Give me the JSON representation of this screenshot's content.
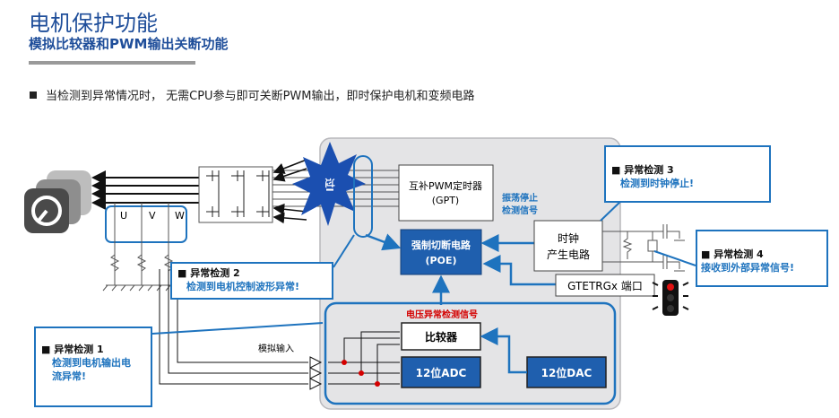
{
  "header": {
    "title": "电机保护功能",
    "subtitle": "模拟比较器和PWM输出关断功能"
  },
  "bullet": "当检测到异常情况时， 无需CPU参与即可关断PWM输出，即时保护电机和变频电路",
  "diagram": {
    "burst_label": "过Ⅰ",
    "gpt_line1": "互补PWM定时器",
    "gpt_line2": "(GPT)",
    "poe_line1": "强制切断电路",
    "poe_line2": "(POE)",
    "osc_line1": "振荡停止",
    "osc_line2": "检测信号",
    "clock_line1": "时钟",
    "clock_line2": "产生电路",
    "gtetrg": "GTETRGx 端口",
    "voltage_signal": "电压异常检测信号",
    "comparator": "比较器",
    "adc": "12位ADC",
    "dac": "12位DAC",
    "analog_input": "模拟输入",
    "u": "U",
    "v": "V",
    "w": "W"
  },
  "callouts": {
    "c1_title": "■ 异常检测 1",
    "c1_body1": "检测到电机输出电",
    "c1_body2": "流异常!",
    "c2_title": "■ 异常检测 2",
    "c2_body": "检测到电机控制波形异常!",
    "c3_title": "■ 异常检测 3",
    "c3_body": "检测到时钟停止!",
    "c4_title": "■ 异常检测 4",
    "c4_body": "接收到外部异常信号!"
  },
  "colors": {
    "accent": "#1e73be",
    "poe": "#1f5fae",
    "burst": "#1b4fb0",
    "chip_bg": "#e4e4e6",
    "red": "#d40000"
  }
}
